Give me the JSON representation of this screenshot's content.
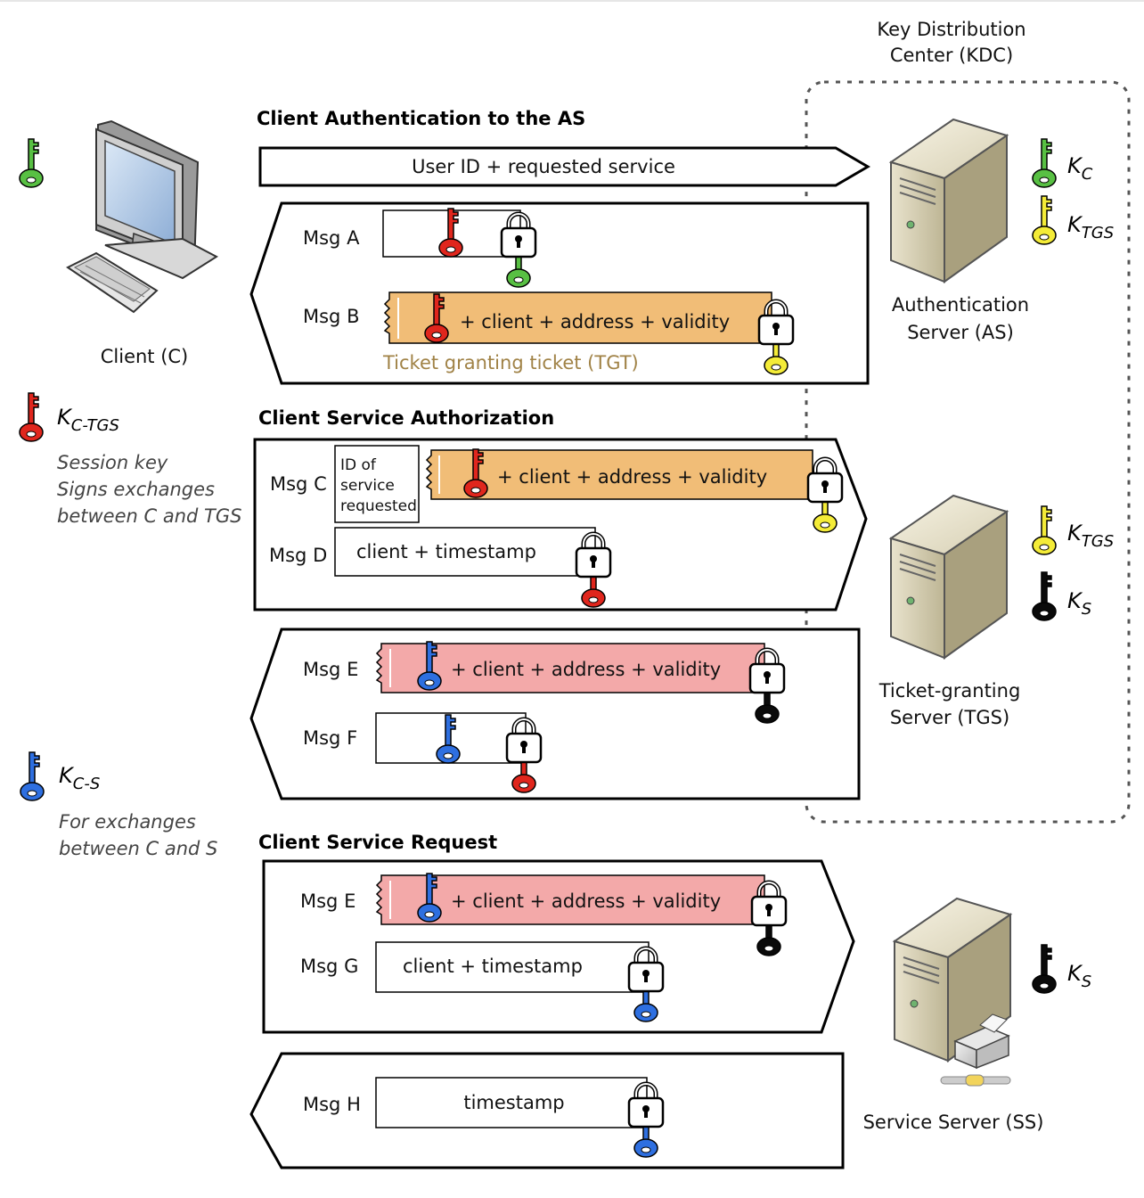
{
  "colors": {
    "green": "#58c043",
    "red": "#e0261d",
    "yellow": "#f4ec38",
    "blue": "#2e6fe0",
    "black": "#0a0a0a",
    "tgt_fill": "#f1bd77",
    "ticket_fill": "#f3a9a9",
    "tgt_label": "#a08246"
  },
  "kdc": {
    "line1": "Key Distribution",
    "line2": "Center (KDC)"
  },
  "client": {
    "label": "Client (C)",
    "icon": "desktop-computer-icon",
    "key_color": "green",
    "session_key": {
      "name": "K",
      "sub": "C-TGS",
      "color": "red",
      "note": [
        "Session key",
        "Signs exchanges",
        "between C and TGS"
      ]
    },
    "service_key": {
      "name": "K",
      "sub": "C-S",
      "color": "blue",
      "note": [
        "For exchanges",
        "between C and S"
      ]
    }
  },
  "servers": {
    "as": {
      "label_line1": "Authentication",
      "label_line2": "Server (AS)",
      "icon": "server-tower-icon",
      "keys": [
        {
          "name": "K",
          "sub": "C",
          "color": "green"
        },
        {
          "name": "K",
          "sub": "TGS",
          "color": "yellow"
        }
      ]
    },
    "tgs": {
      "label_line1": "Ticket-granting",
      "label_line2": "Server (TGS)",
      "icon": "server-tower-icon",
      "keys": [
        {
          "name": "K",
          "sub": "TGS",
          "color": "yellow"
        },
        {
          "name": "K",
          "sub": "S",
          "color": "black"
        }
      ]
    },
    "ss": {
      "label": "Service Server (SS)",
      "icon": "server-with-printer-icon",
      "keys": [
        {
          "name": "K",
          "sub": "S",
          "color": "black"
        }
      ]
    }
  },
  "sections": {
    "as_auth": "Client Authentication to the AS",
    "service_auth": "Client Service Authorization",
    "service_request": "Client Service Request"
  },
  "messages": {
    "user_id": "User ID + requested service",
    "msg_a": {
      "label": "Msg A",
      "content_key": "red",
      "lock_key": "green"
    },
    "msg_b": {
      "label": "Msg B",
      "text": "+ client + address + validity",
      "content_key": "red",
      "lock_key": "yellow",
      "caption": "Ticket granting ticket (TGT)"
    },
    "msg_c": {
      "label": "Msg C",
      "id_box": [
        "ID of",
        "service",
        "requested"
      ],
      "text": "+ client + address + validity",
      "content_key": "red",
      "lock_key": "yellow"
    },
    "msg_d": {
      "label": "Msg D",
      "text": "client + timestamp",
      "lock_key": "red"
    },
    "msg_e": {
      "label": "Msg E",
      "text": "+ client + address + validity",
      "content_key": "blue",
      "lock_key": "black"
    },
    "msg_f": {
      "label": "Msg F",
      "content_key": "blue",
      "lock_key": "red"
    },
    "msg_e2": {
      "label": "Msg E",
      "text": "+ client + address + validity",
      "content_key": "blue",
      "lock_key": "black"
    },
    "msg_g": {
      "label": "Msg G",
      "text": "client + timestamp",
      "lock_key": "blue"
    },
    "msg_h": {
      "label": "Msg H",
      "text": "timestamp",
      "lock_key": "blue"
    }
  }
}
